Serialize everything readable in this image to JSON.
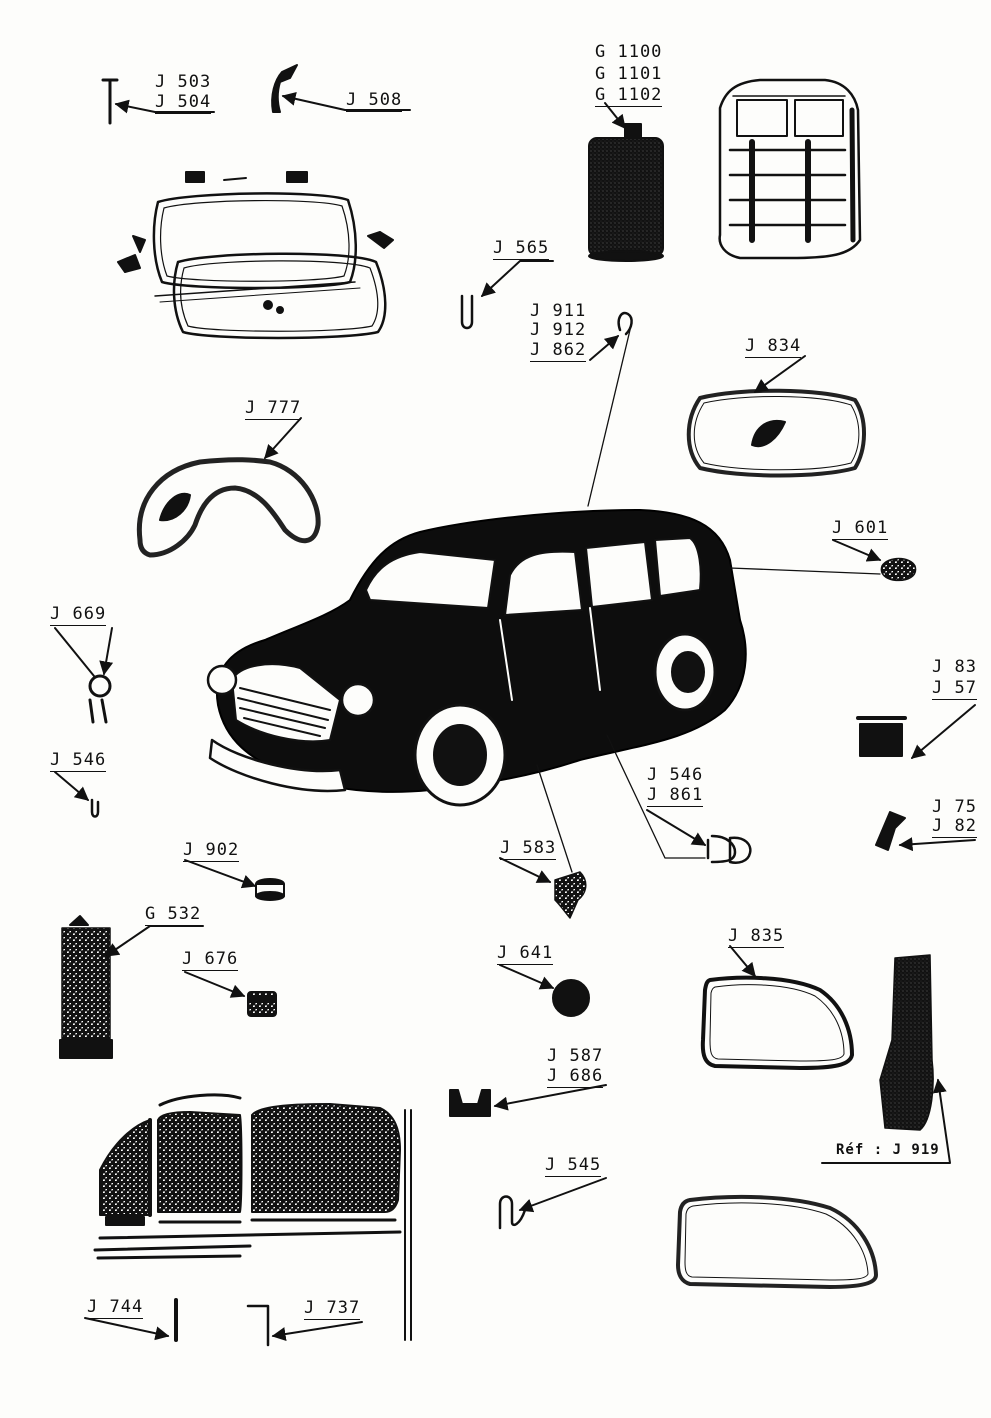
{
  "labels": {
    "j503": "J 503",
    "j504": "J 504",
    "j508": "J 508",
    "g1100": "G 1100",
    "g1101": "G 1101",
    "g1102": "G 1102",
    "j565": "J 565",
    "j911": "J 911",
    "j912": "J 912",
    "j862": "J 862",
    "j834": "J 834",
    "j777": "J 777",
    "j601": "J 601",
    "j669": "J 669",
    "j83x": "J 83",
    "j57x": "J 57",
    "j546a": "J 546",
    "j546b": "J 546",
    "j861": "J 861",
    "j75x": "J 75",
    "j82x": "J 82",
    "j902": "J 902",
    "j583": "J 583",
    "g532": "G 532",
    "j676": "J 676",
    "j641": "J 641",
    "j835": "J 835",
    "j587": "J 587",
    "j686": "J 686",
    "ref": "Réf : J 919",
    "j545": "J 545",
    "j744": "J 744",
    "j737": "J 737"
  },
  "colors": {
    "ink": "#111111",
    "paper": "#fdfdfb",
    "body": "#0d0d0d"
  }
}
